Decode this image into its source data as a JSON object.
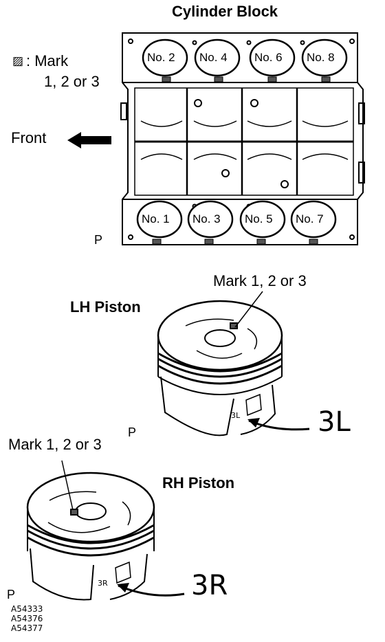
{
  "block": {
    "title": "Cylinder Block",
    "legend_mark_symbol": "▨",
    "legend_line1": ": Mark",
    "legend_line2": "1, 2 or 3",
    "front_label": "Front",
    "p_label": "P",
    "cylinders_top": [
      "No. 2",
      "No. 4",
      "No. 6",
      "No. 8"
    ],
    "cylinders_bottom": [
      "No. 1",
      "No. 3",
      "No. 5",
      "No. 7"
    ]
  },
  "lh_piston": {
    "title": "LH Piston",
    "mark_label": "Mark 1, 2 or 3",
    "side_mark": "3L",
    "side_small": "3L",
    "p_label": "P"
  },
  "rh_piston": {
    "title": "RH Piston",
    "mark_label": "Mark 1, 2 or 3",
    "side_mark": "3R",
    "side_small": "3R",
    "p_label": "P"
  },
  "codes": [
    "A54333",
    "A54376",
    "A54377"
  ]
}
